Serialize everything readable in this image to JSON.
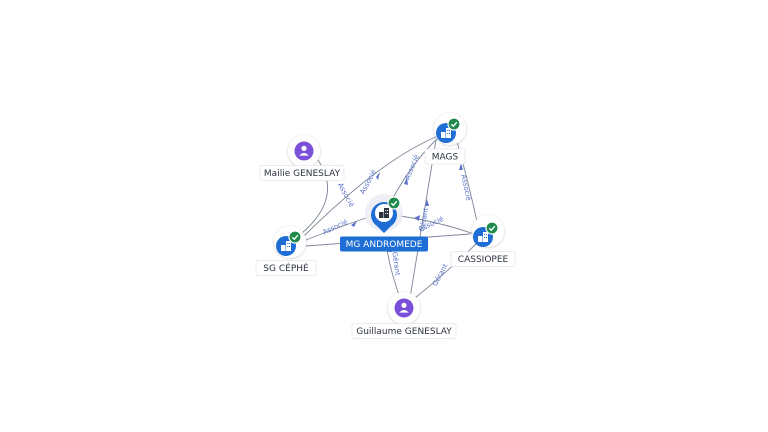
{
  "nodes": {
    "mg_andromede": {
      "label": "MG ANDROMEDE"
    },
    "mags": {
      "label": "MAGS"
    },
    "mailie": {
      "label": "Mailie GENESLAY"
    },
    "sg_cephe": {
      "label": "SG CÉPHÉ"
    },
    "cassiopee": {
      "label": "CASSIOPEE"
    },
    "guillaume": {
      "label": "Guillaume GENESLAY"
    }
  },
  "edges": {
    "mailie_sg": "Associé",
    "sg_mags": "Associé",
    "sg_main": "Associé",
    "mags_main": "Associé",
    "cass_main": "Associé",
    "cass_mags": "Associé",
    "guillaume_mags": "Gérant",
    "guillaume_main": "Gérant",
    "guillaume_cass": "Gérant"
  },
  "colors": {
    "company": "#1f6ed6",
    "person": "#7a4fd9",
    "verified": "#1f8a4c",
    "edge": "#7d8799",
    "edge_label": "#5b74c9"
  },
  "icons": {
    "company": "building-icon",
    "person": "person-icon",
    "verified": "check-badge-icon"
  }
}
